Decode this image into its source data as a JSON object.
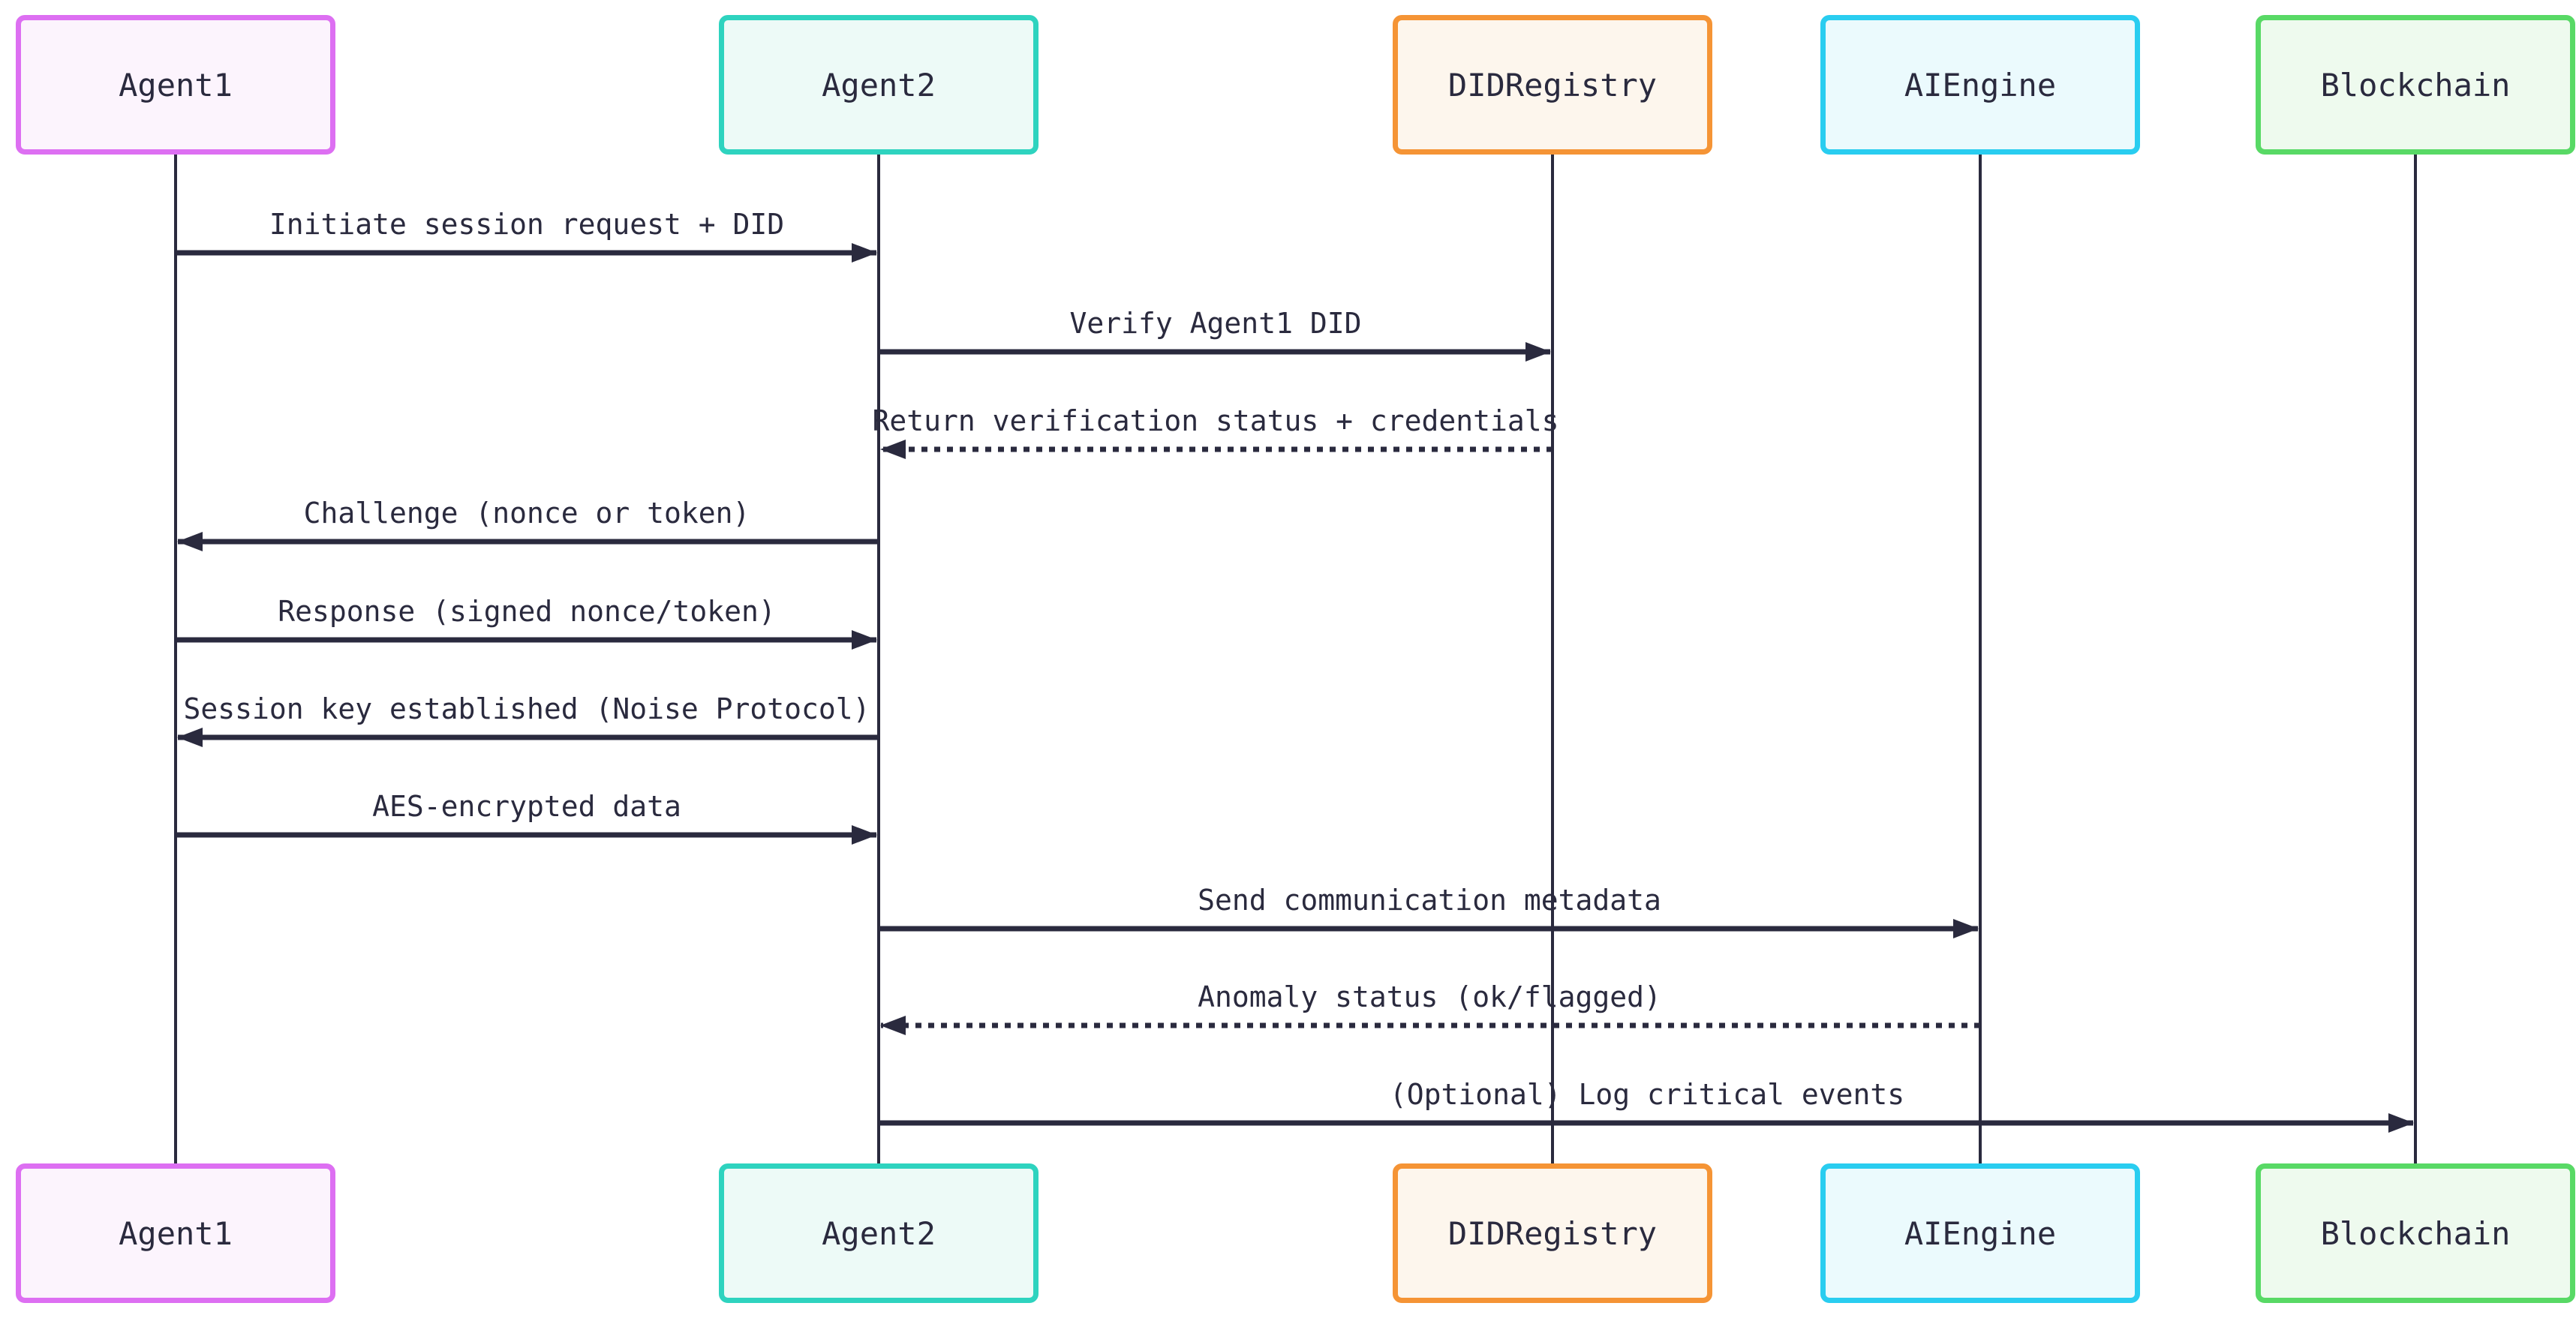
{
  "diagram_type": "sequence-diagram",
  "colors": {
    "background": "#ffffff",
    "ink": "#2a2a3e",
    "agent1_border": "#dd6ff2",
    "agent1_fill": "#fcf4fd",
    "agent2_border": "#2ed3bf",
    "agent2_fill": "#edfaf7",
    "didregistry_border": "#f59435",
    "didregistry_fill": "#fdf6ed",
    "aiengine_border": "#29cdf0",
    "aiengine_fill": "#ebfafd",
    "blockchain_border": "#58d965",
    "blockchain_fill": "#eefaee"
  },
  "actors": [
    {
      "name": "Agent1"
    },
    {
      "name": "Agent2"
    },
    {
      "name": "DIDRegistry"
    },
    {
      "name": "AIEngine"
    },
    {
      "name": "Blockchain"
    }
  ],
  "messages": [
    {
      "text": "Initiate session request + DID",
      "from": "Agent1",
      "to": "Agent2",
      "line": "solid",
      "direction": "right"
    },
    {
      "text": "Verify Agent1 DID",
      "from": "Agent2",
      "to": "DIDRegistry",
      "line": "solid",
      "direction": "right"
    },
    {
      "text": "Return verification status + credentials",
      "from": "DIDRegistry",
      "to": "Agent2",
      "line": "dashed",
      "direction": "left"
    },
    {
      "text": "Challenge (nonce or token)",
      "from": "Agent2",
      "to": "Agent1",
      "line": "solid",
      "direction": "left"
    },
    {
      "text": "Response (signed nonce/token)",
      "from": "Agent1",
      "to": "Agent2",
      "line": "solid",
      "direction": "right"
    },
    {
      "text": "Session key established (Noise Protocol)",
      "from": "Agent2",
      "to": "Agent1",
      "line": "solid",
      "direction": "left"
    },
    {
      "text": "AES-encrypted data",
      "from": "Agent1",
      "to": "Agent2",
      "line": "solid",
      "direction": "right"
    },
    {
      "text": "Send communication metadata",
      "from": "Agent2",
      "to": "AIEngine",
      "line": "solid",
      "direction": "right"
    },
    {
      "text": "Anomaly status (ok/flagged)",
      "from": "AIEngine",
      "to": "Agent2",
      "line": "dashed",
      "direction": "left"
    },
    {
      "text": "(Optional) Log critical events",
      "from": "Agent2",
      "to": "Blockchain",
      "line": "solid",
      "direction": "right"
    }
  ]
}
